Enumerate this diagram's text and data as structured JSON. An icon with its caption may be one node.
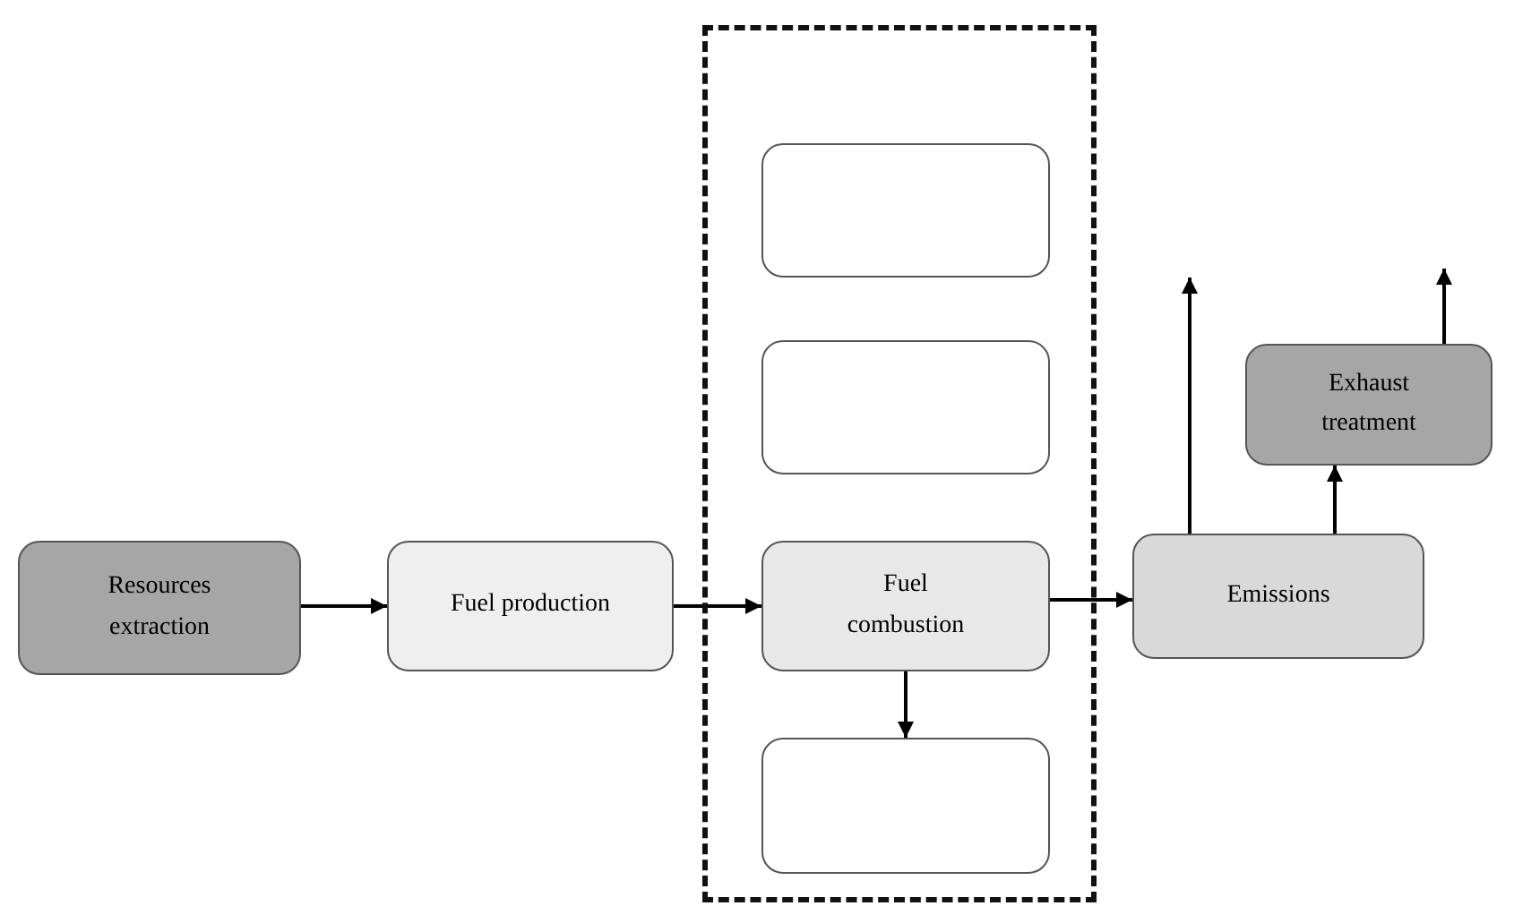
{
  "diagram": {
    "nodes": [
      {
        "text": [
          "Resources extraction"
        ]
      },
      {
        "text": [
          "Fuel production"
        ]
      },
      {
        "text": [],
        "shape": "box"
      },
      {
        "text": [],
        "shape": "box",
        "in": 2
      },
      {
        "text": [],
        "shape": "box",
        "in": 2
      },
      {
        "text": [
          "Fuel combustion"
        ],
        "in": 2
      },
      {
        "text": [],
        "shape": "box",
        "in": 2
      },
      {
        "text": [
          "Emissions"
        ]
      },
      {
        "text": [
          "Exhaust treatment"
        ]
      }
    ],
    "edges": [
      {
        "from": 0,
        "to": 1,
        "arrow": "to"
      },
      {
        "from": 1,
        "to": 5,
        "arrow": "to"
      },
      {
        "from": 5,
        "to": 6,
        "arrow": "to"
      },
      {
        "from": 5,
        "to": 7,
        "arrow": "to"
      },
      {
        "from": 7,
        "to": null,
        "arrow": "to"
      },
      {
        "from": 7,
        "to": 8,
        "arrow": "to"
      },
      {
        "from": 8,
        "to": null,
        "arrow": "to"
      }
    ]
  }
}
